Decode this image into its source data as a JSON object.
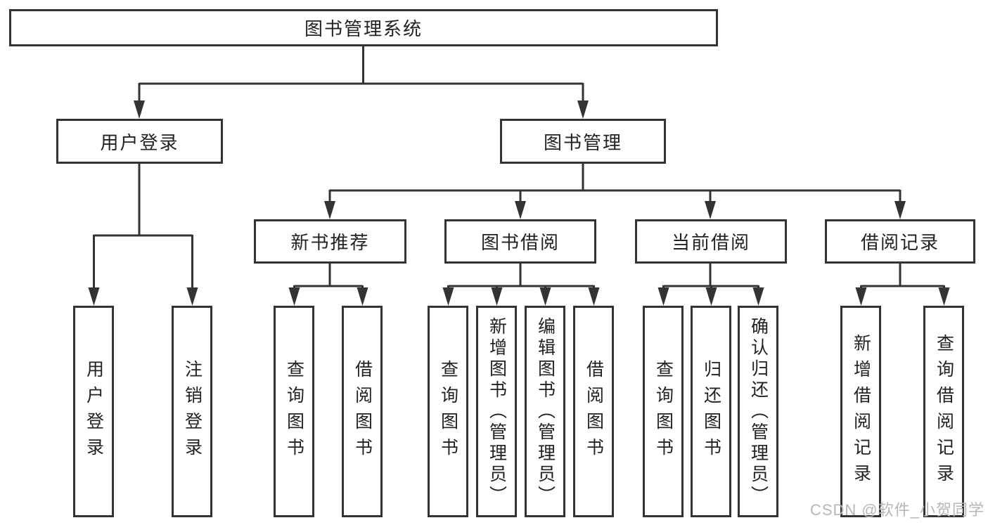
{
  "diagram": {
    "root": {
      "label": "图书管理系统"
    },
    "level2": [
      {
        "id": "user-login",
        "label": "用户登录"
      },
      {
        "id": "book-management",
        "label": "图书管理"
      }
    ],
    "level3": [
      {
        "id": "new-book-recommend",
        "parent": "图书管理",
        "label": "新书推荐"
      },
      {
        "id": "book-borrowing",
        "parent": "图书管理",
        "label": "图书借阅"
      },
      {
        "id": "current-borrowing",
        "parent": "图书管理",
        "label": "当前借阅"
      },
      {
        "id": "borrowing-records",
        "parent": "图书管理",
        "label": "借阅记录"
      }
    ],
    "leaves": [
      {
        "parent": "用户登录",
        "label": "用户登录"
      },
      {
        "parent": "用户登录",
        "label": "注销登录"
      },
      {
        "parent": "新书推荐",
        "label": "查询图书"
      },
      {
        "parent": "新书推荐",
        "label": "借阅图书"
      },
      {
        "parent": "图书借阅",
        "label": "查询图书"
      },
      {
        "parent": "图书借阅",
        "label": "新增图书（管理员）"
      },
      {
        "parent": "图书借阅",
        "label": "编辑图书（管理员）"
      },
      {
        "parent": "图书借阅",
        "label": "借阅图书"
      },
      {
        "parent": "当前借阅",
        "label": "查询图书"
      },
      {
        "parent": "当前借阅",
        "label": "归还图书"
      },
      {
        "parent": "当前借阅",
        "label": "确认归还（管理员）"
      },
      {
        "parent": "借阅记录",
        "label": "新增借阅记录"
      },
      {
        "parent": "借阅记录",
        "label": "查询借阅记录"
      }
    ]
  },
  "watermark": {
    "text": "CSDN @软件_小贺同学"
  },
  "colors": {
    "line": "#333333",
    "text": "#222222",
    "background": "#ffffff",
    "watermark": "#b7b7b7"
  }
}
